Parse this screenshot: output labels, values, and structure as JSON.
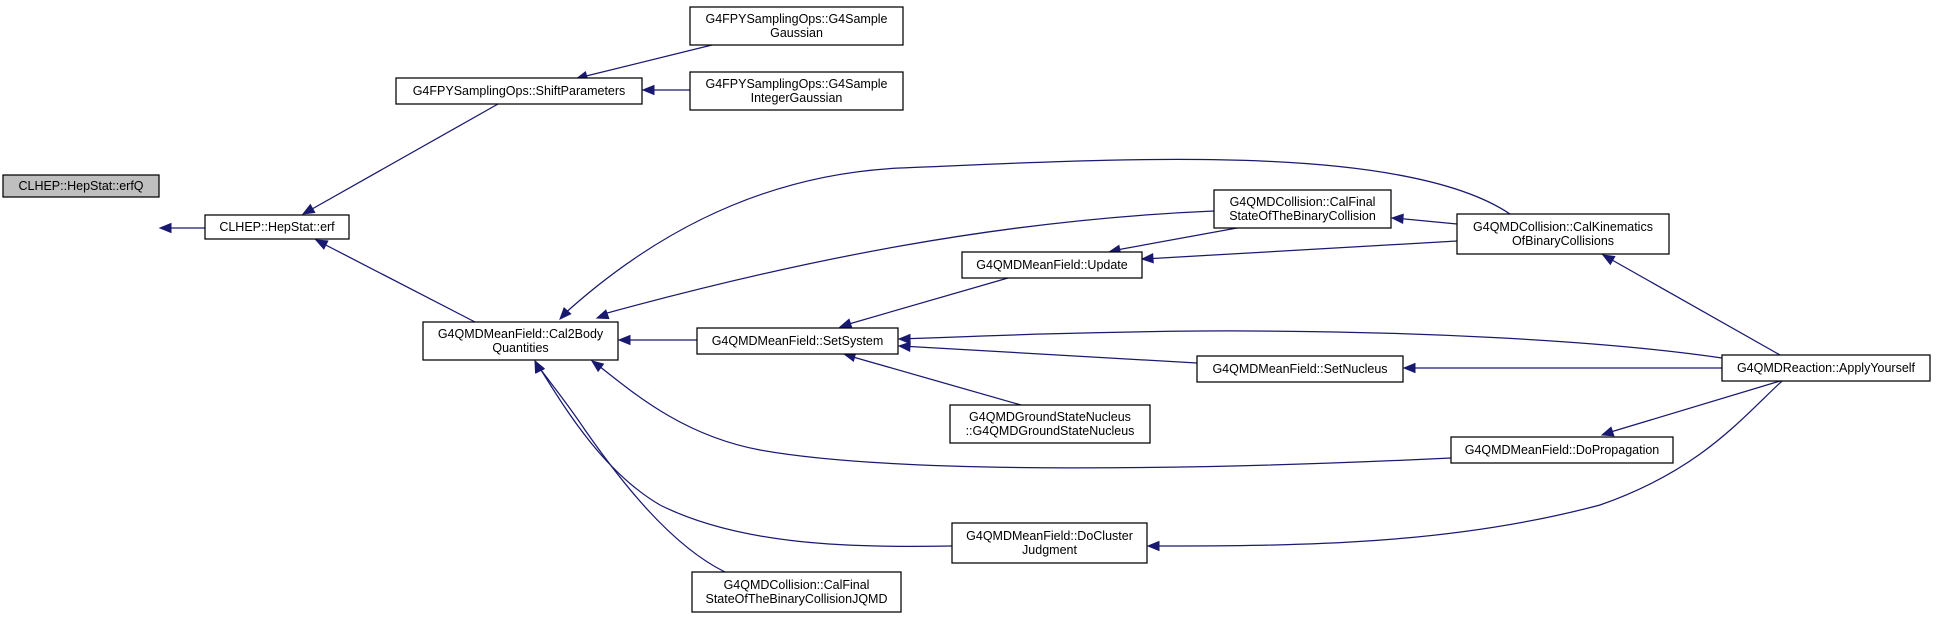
{
  "diagram": {
    "type": "call-graph",
    "colors": {
      "edge": "#191970",
      "highlight": "#bfbfbf",
      "box_border": "#000000",
      "background": "#ffffff"
    },
    "nodes": [
      {
        "id": "erfQ",
        "lines": [
          "CLHEP::HepStat::erfQ"
        ],
        "highlight": true
      },
      {
        "id": "erf",
        "lines": [
          "CLHEP::HepStat::erf"
        ]
      },
      {
        "id": "shift",
        "lines": [
          "G4FPYSamplingOps::ShiftParameters"
        ]
      },
      {
        "id": "sampleGauss",
        "lines": [
          "G4FPYSamplingOps::G4Sample",
          "Gaussian"
        ]
      },
      {
        "id": "sampleIntGauss",
        "lines": [
          "G4FPYSamplingOps::G4Sample",
          "IntegerGaussian"
        ]
      },
      {
        "id": "cal2body",
        "lines": [
          "G4QMDMeanField::Cal2Body",
          "Quantities"
        ]
      },
      {
        "id": "setSystem",
        "lines": [
          "G4QMDMeanField::SetSystem"
        ]
      },
      {
        "id": "update",
        "lines": [
          "G4QMDMeanField::Update"
        ]
      },
      {
        "id": "calFinal",
        "lines": [
          "G4QMDCollision::CalFinal",
          "StateOfTheBinaryCollision"
        ]
      },
      {
        "id": "calKin",
        "lines": [
          "G4QMDCollision::CalKinematics",
          "OfBinaryCollisions"
        ]
      },
      {
        "id": "setNucleus",
        "lines": [
          "G4QMDMeanField::SetNucleus"
        ]
      },
      {
        "id": "applyYourself",
        "lines": [
          "G4QMDReaction::ApplyYourself"
        ]
      },
      {
        "id": "groundState",
        "lines": [
          "G4QMDGroundStateNucleus",
          "::G4QMDGroundStateNucleus"
        ]
      },
      {
        "id": "doPropagation",
        "lines": [
          "G4QMDMeanField::DoPropagation"
        ]
      },
      {
        "id": "doCluster",
        "lines": [
          "G4QMDMeanField::DoCluster",
          "Judgment"
        ]
      },
      {
        "id": "calFinalJQMD",
        "lines": [
          "G4QMDCollision::CalFinal",
          "StateOfTheBinaryCollisionJQMD"
        ]
      }
    ],
    "edges": [
      {
        "from": "erf",
        "to": "erfQ"
      },
      {
        "from": "shift",
        "to": "erf"
      },
      {
        "from": "cal2body",
        "to": "erf"
      },
      {
        "from": "sampleGauss",
        "to": "shift"
      },
      {
        "from": "sampleIntGauss",
        "to": "shift"
      },
      {
        "from": "setSystem",
        "to": "cal2body"
      },
      {
        "from": "calFinal",
        "to": "cal2body"
      },
      {
        "from": "calKin",
        "to": "cal2body"
      },
      {
        "from": "doPropagation",
        "to": "cal2body"
      },
      {
        "from": "doCluster",
        "to": "cal2body"
      },
      {
        "from": "calFinalJQMD",
        "to": "cal2body"
      },
      {
        "from": "update",
        "to": "setSystem"
      },
      {
        "from": "setNucleus",
        "to": "setSystem"
      },
      {
        "from": "groundState",
        "to": "setSystem"
      },
      {
        "from": "applyYourself",
        "to": "setSystem"
      },
      {
        "from": "calFinal",
        "to": "update"
      },
      {
        "from": "calKin",
        "to": "update"
      },
      {
        "from": "calKin",
        "to": "calFinal"
      },
      {
        "from": "applyYourself",
        "to": "calKin"
      },
      {
        "from": "applyYourself",
        "to": "setNucleus"
      },
      {
        "from": "applyYourself",
        "to": "doPropagation"
      },
      {
        "from": "applyYourself",
        "to": "doCluster"
      }
    ]
  }
}
